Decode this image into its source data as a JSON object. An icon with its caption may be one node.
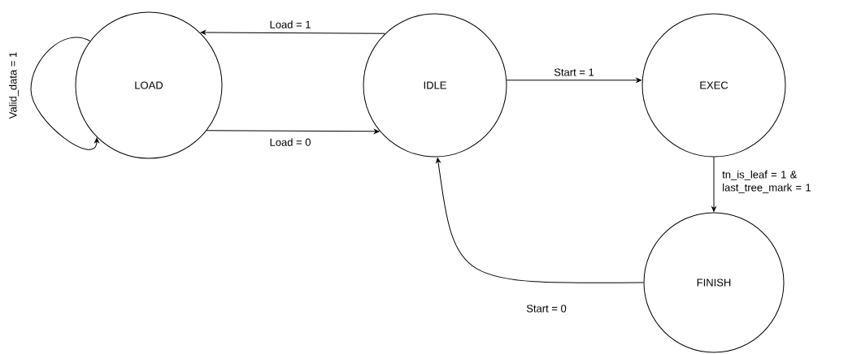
{
  "diagram": {
    "nodes": [
      {
        "text": [
          "LOAD"
        ]
      },
      {
        "text": [
          "IDLE"
        ]
      },
      {
        "text": [
          "EXEC"
        ]
      },
      {
        "text": [
          "FINISH"
        ]
      }
    ],
    "edges": [
      {
        "from": 1,
        "to": 0,
        "arrow": "to",
        "label": "Load = 1"
      },
      {
        "from": 0,
        "to": 1,
        "arrow": "to",
        "label": "Load = 0"
      },
      {
        "from": 1,
        "to": 2,
        "arrow": "to",
        "label": "Start = 1"
      },
      {
        "from": 2,
        "to": 3,
        "arrow": "to",
        "label": "tn_is_leaf = 1 & last_tree_mark = 1"
      },
      {
        "from": 3,
        "to": 1,
        "arrow": "to",
        "label": "Start = 0"
      },
      {
        "from": 0,
        "to": 0,
        "arrow": "to",
        "label": "Valid_data = 1"
      }
    ]
  }
}
